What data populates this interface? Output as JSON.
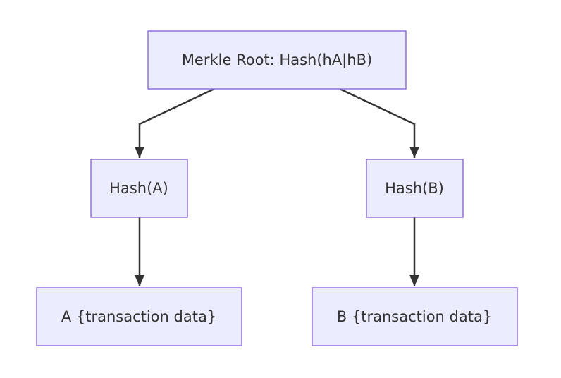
{
  "nodes": {
    "root": {
      "label": "Merkle Root: Hash(hA|hB)"
    },
    "hash_a": {
      "label": "Hash(A)"
    },
    "hash_b": {
      "label": "Hash(B)"
    },
    "tx_a": {
      "label": "A {transaction data}"
    },
    "tx_b": {
      "label": "B {transaction data}"
    }
  },
  "edges": [
    {
      "from": "root",
      "to": "hash_a"
    },
    {
      "from": "root",
      "to": "hash_b"
    },
    {
      "from": "hash_a",
      "to": "tx_a"
    },
    {
      "from": "hash_b",
      "to": "tx_b"
    }
  ],
  "colors": {
    "node_fill": "#ececff",
    "node_border": "#9370db",
    "text": "#333333",
    "edge": "#333333"
  }
}
